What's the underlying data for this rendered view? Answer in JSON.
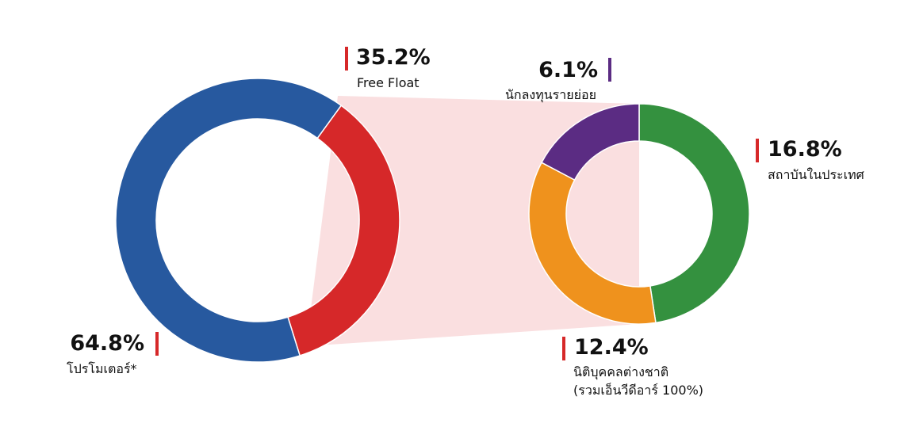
{
  "chart_data": [
    {
      "type": "pie",
      "variant": "donut",
      "slices": [
        {
          "label_percent": "64.8%",
          "label": "โปรโมเตอร์*",
          "value": 64.8,
          "color": "#27599f"
        },
        {
          "label_percent": "35.2%",
          "label": "Free Float",
          "value": 35.2,
          "color": "#d62829"
        }
      ]
    },
    {
      "type": "pie",
      "variant": "donut",
      "slices": [
        {
          "label_percent": "16.8%",
          "label": "สถาบันในประเทศ",
          "value": 16.8,
          "color": "#34913f"
        },
        {
          "label_percent": "12.4%",
          "label": "นิติบุคคลต่างชาติ",
          "label_line2": "(รวมเอ็นวีดีอาร์ 100%)",
          "value": 12.4,
          "color": "#ef921d"
        },
        {
          "label_percent": "6.1%",
          "label": "นักลงทุนรายย่อย",
          "value": 6.1,
          "color": "#5b2c83"
        }
      ]
    }
  ],
  "colors": {
    "connector": "#fadfe0",
    "accent_red": "#d62829",
    "accent_purple": "#5b2c83"
  }
}
